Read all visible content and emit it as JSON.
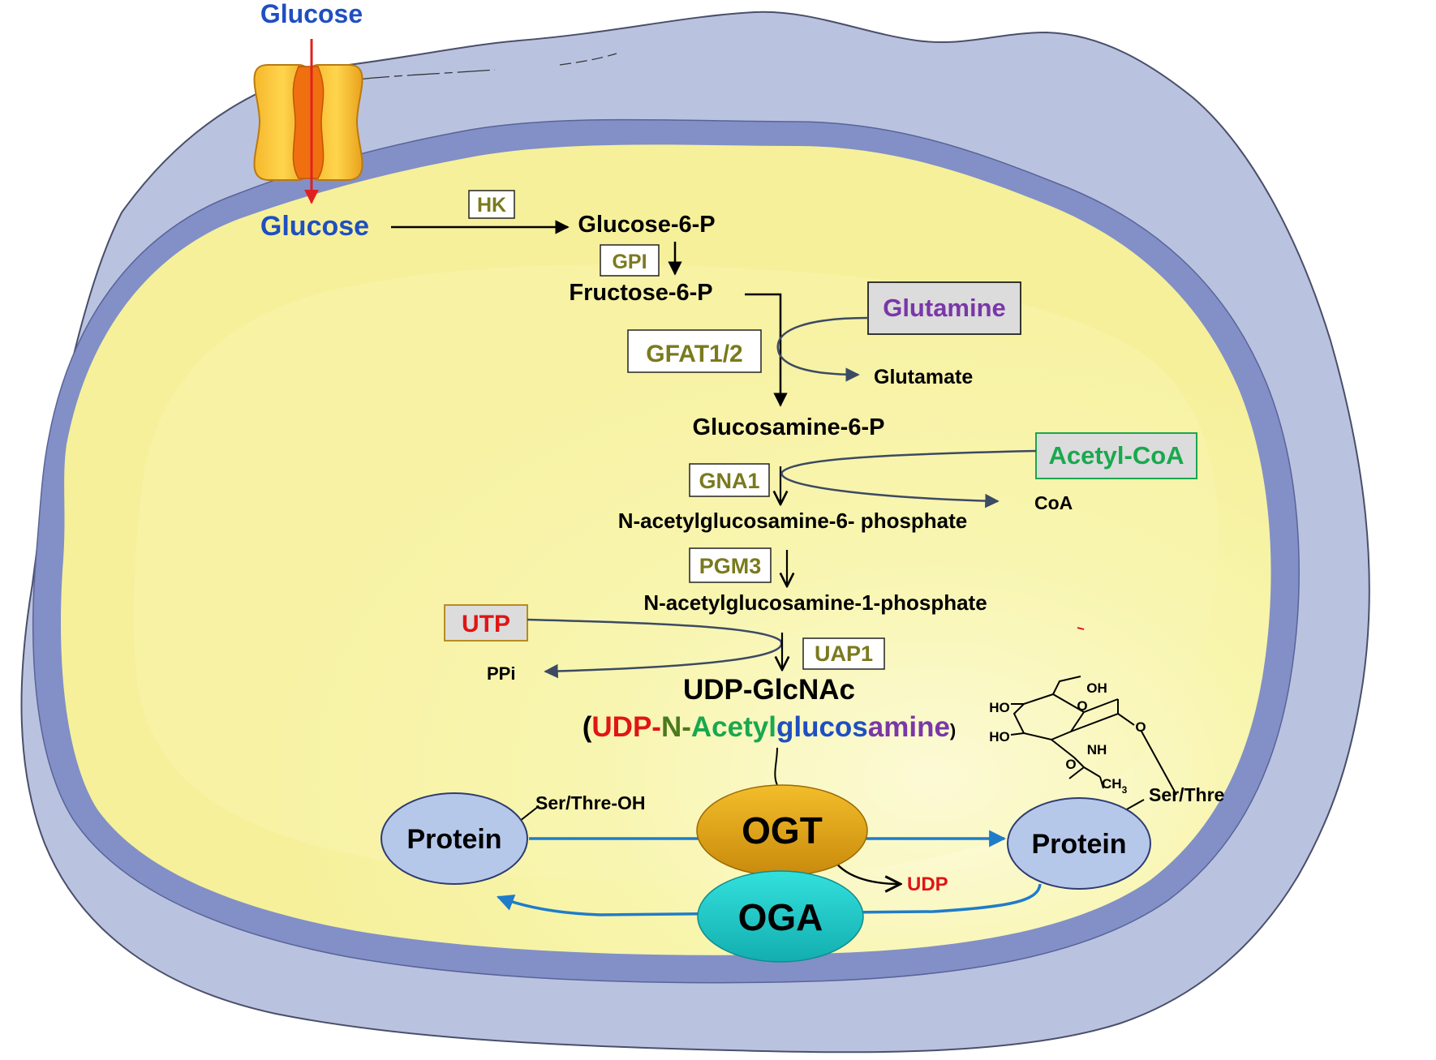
{
  "labels": {
    "glucose_outside": "Glucose",
    "glucose_inside": "Glucose",
    "g6p": "Glucose-6-P",
    "f6p": "Fructose-6-P",
    "gln6p": "Glucosamine-6-P",
    "glutamate": "Glutamate",
    "coa": "CoA",
    "glcnac6p": "N-acetylglucosamine-6- phosphate",
    "glcnac1p": "N-acetylglucosamine-1-phosphate",
    "ppi": "PPi",
    "udp_glcnac": "UDP-GlcNAc",
    "full_paren_open": "(",
    "full_udp": "UDP-",
    "full_n": "N-",
    "full_acetyl": "Acetyl",
    "full_gluco": "glucos",
    "full_amine": "amine",
    "full_paren_close": ")",
    "ser_thre_oh": "Ser/Thre-OH",
    "ser_thre": "Ser/Thre",
    "udp": "UDP",
    "protein_left": "Protein",
    "protein_right": "Protein",
    "ogt": "OGT",
    "oga": "OGA"
  },
  "enzymes": {
    "hk": "HK",
    "gpi": "GPI",
    "gfat": "GFAT1/2",
    "gna1": "GNA1",
    "pgm3": "PGM3",
    "uap1": "UAP1"
  },
  "substrates": {
    "glutamine": "Glutamine",
    "acetyl_coa": "Acetyl-CoA",
    "utp": "UTP"
  },
  "structure": {
    "ho1": "HO",
    "ho2": "HO",
    "oh": "OH",
    "o_ring": "O",
    "o_link": "O",
    "nh": "NH",
    "o_carbonyl": "O",
    "ch3": "CH",
    "ch3_sub": "3"
  },
  "colors": {
    "membrane_outer": "#b9c3e0",
    "membrane_band": "#8290c7",
    "cytoplasm": "#f7f29a",
    "glucose_blue": "#1f4fc0",
    "enzyme_olive": "#7a7a1e",
    "glutamine_purple": "#7a37a8",
    "acetyl_green": "#1aa84f",
    "utp_red": "#e01515",
    "ogt_gold": "#e0a416",
    "oga_cyan": "#1dc6c2",
    "protein_blue": "#b6c8ea",
    "flow_blue": "#1f7cc9"
  }
}
